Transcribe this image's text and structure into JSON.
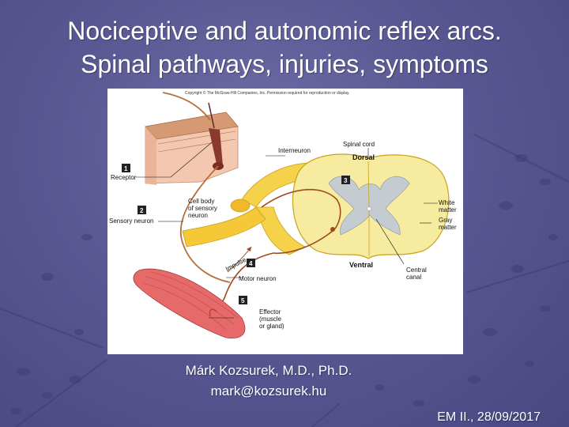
{
  "slide": {
    "title_line1": "Nociceptive and autonomic reflex arcs.",
    "title_line2": "Spinal pathways, injuries, symptoms",
    "author_name": "Márk Kozsurek, M.D., Ph.D.",
    "author_email": "mark@kozsurek.hu",
    "date": "EM II., 28/09/2017"
  },
  "figure": {
    "copyright": "Copyright © The McGraw-Hill Companies, Inc. Permission required for reproduction or display.",
    "labels": {
      "spinal_cord": "Spinal cord",
      "dorsal": "Dorsal",
      "ventral": "Ventral",
      "interneuron": "Interneuron",
      "receptor": "Receptor",
      "cell_body_1": "Cell body",
      "cell_body_2": "of sensory",
      "cell_body_3": "neuron",
      "sensory_neuron": "Sensory neuron",
      "white_matter_1": "White",
      "white_matter_2": "matter",
      "gray_matter_1": "Gray",
      "gray_matter_2": "matter",
      "central_canal_1": "Central",
      "central_canal_2": "canal",
      "motor_neuron": "Motor neuron",
      "effector_1": "Effector",
      "effector_2": "(muscle",
      "effector_3": "or gland)",
      "impulse": "Impulse"
    },
    "steps": [
      "1",
      "2",
      "3",
      "4",
      "5"
    ]
  }
}
